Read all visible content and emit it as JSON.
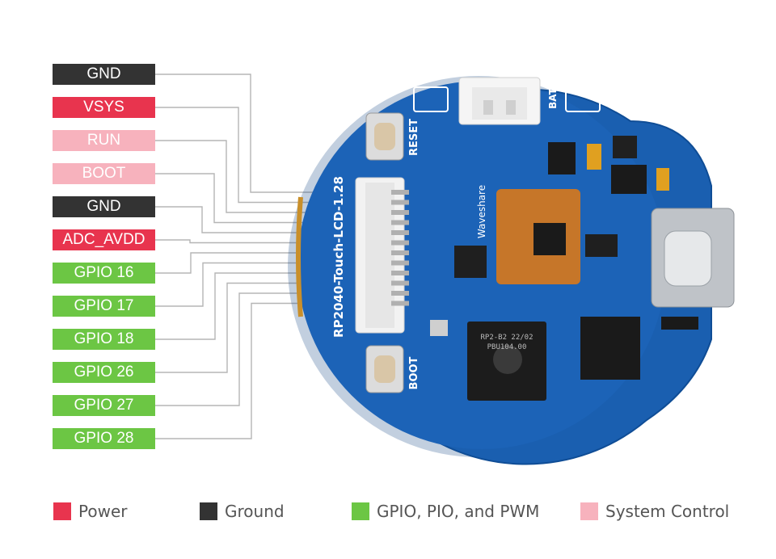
{
  "colors": {
    "power": "#e8344e",
    "ground": "#333333",
    "gpio": "#6cc644",
    "system": "#f7b2bd",
    "line": "#b5b5b5",
    "board": "#1a5fb0",
    "board_edge": "#0f4d96"
  },
  "pins": [
    {
      "label": "GND",
      "category": "ground"
    },
    {
      "label": "VSYS",
      "category": "power"
    },
    {
      "label": "RUN",
      "category": "system"
    },
    {
      "label": "BOOT",
      "category": "system"
    },
    {
      "label": "GND",
      "category": "ground"
    },
    {
      "label": "ADC_AVDD",
      "category": "power"
    },
    {
      "label": "GPIO 16",
      "category": "gpio"
    },
    {
      "label": "GPIO 17",
      "category": "gpio"
    },
    {
      "label": "GPIO 18",
      "category": "gpio"
    },
    {
      "label": "GPIO 26",
      "category": "gpio"
    },
    {
      "label": "GPIO 27",
      "category": "gpio"
    },
    {
      "label": "GPIO 28",
      "category": "gpio"
    }
  ],
  "board": {
    "model": "RP2040-Touch-LCD-1.28",
    "brand": "Waveshare",
    "reset_label": "RESET",
    "boot_label": "BOOT",
    "bat_label": "BAT",
    "chip_text_line1": "RP2-B2  22/02",
    "chip_text_line2": "PBU104.00"
  },
  "legend": [
    {
      "label": "Power",
      "category": "power"
    },
    {
      "label": "Ground",
      "category": "ground"
    },
    {
      "label": "GPIO, PIO, and PWM",
      "category": "gpio"
    },
    {
      "label": "System Control",
      "category": "system"
    }
  ]
}
